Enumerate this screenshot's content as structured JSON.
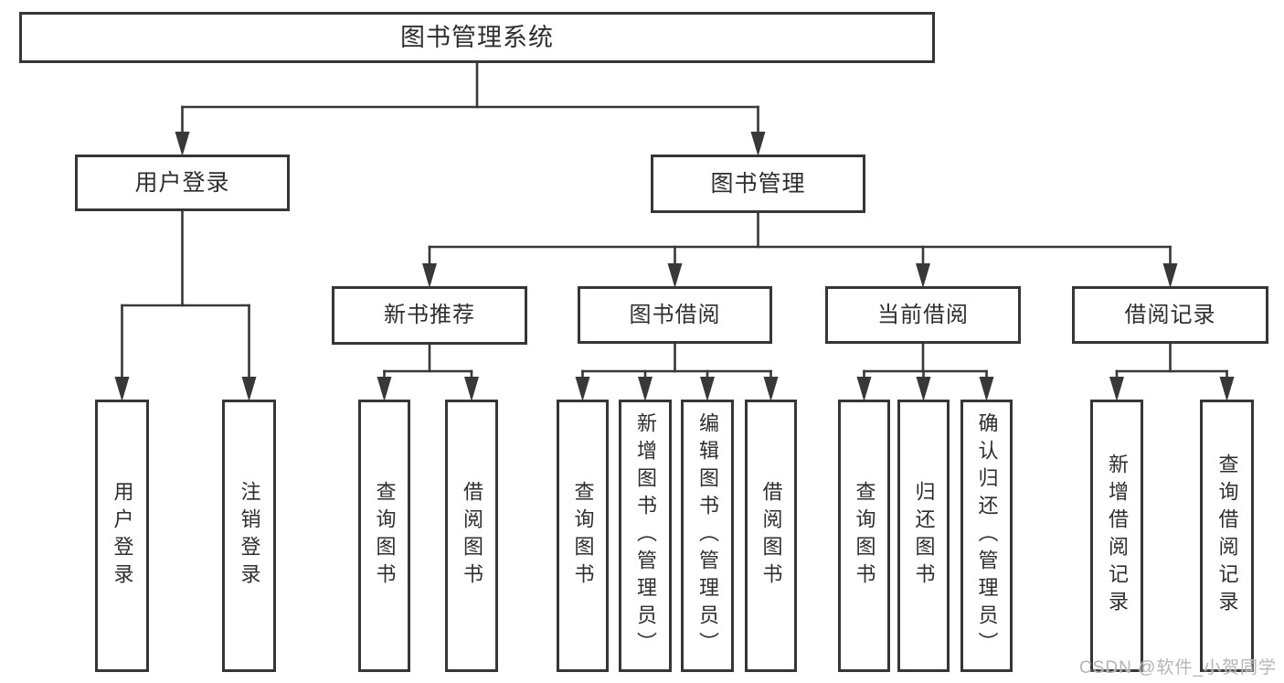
{
  "watermark": "CSDN @软件_小贺同学",
  "colors": {
    "line": "#383838",
    "box_border": "#363636",
    "text": "#2e2e2e",
    "watermark": "#b5b5b5",
    "background": "#ffffff"
  },
  "diagram": {
    "title": "图书管理系统",
    "nodes": [
      {
        "id": "root",
        "label": "图书管理系统",
        "parent": null,
        "orientation": "horizontal"
      },
      {
        "id": "user-login",
        "label": "用户登录",
        "parent": "root",
        "orientation": "horizontal"
      },
      {
        "id": "book-management",
        "label": "图书管理",
        "parent": "root",
        "orientation": "horizontal"
      },
      {
        "id": "new-book-recommend",
        "label": "新书推荐",
        "parent": "book-management",
        "orientation": "horizontal"
      },
      {
        "id": "book-borrowing",
        "label": "图书借阅",
        "parent": "book-management",
        "orientation": "horizontal"
      },
      {
        "id": "current-borrowing",
        "label": "当前借阅",
        "parent": "book-management",
        "orientation": "horizontal"
      },
      {
        "id": "borrowing-records",
        "label": "借阅记录",
        "parent": "book-management",
        "orientation": "horizontal"
      },
      {
        "id": "login",
        "label": "用户登录",
        "parent": "user-login",
        "orientation": "vertical"
      },
      {
        "id": "logout",
        "label": "注销登录",
        "parent": "user-login",
        "orientation": "vertical"
      },
      {
        "id": "nbr-query-books",
        "label": "查询图书",
        "parent": "new-book-recommend",
        "orientation": "vertical"
      },
      {
        "id": "nbr-borrow-books",
        "label": "借阅图书",
        "parent": "new-book-recommend",
        "orientation": "vertical"
      },
      {
        "id": "bb-query-books",
        "label": "查询图书",
        "parent": "book-borrowing",
        "orientation": "vertical"
      },
      {
        "id": "bb-add-books",
        "label": "新增图书（管理员）",
        "parent": "book-borrowing",
        "orientation": "vertical"
      },
      {
        "id": "bb-edit-books",
        "label": "编辑图书（管理员）",
        "parent": "book-borrowing",
        "orientation": "vertical"
      },
      {
        "id": "bb-borrow-books",
        "label": "借阅图书",
        "parent": "book-borrowing",
        "orientation": "vertical"
      },
      {
        "id": "cb-query-books",
        "label": "查询图书",
        "parent": "current-borrowing",
        "orientation": "vertical"
      },
      {
        "id": "cb-return-books",
        "label": "归还图书",
        "parent": "current-borrowing",
        "orientation": "vertical"
      },
      {
        "id": "cb-confirm-return",
        "label": "确认归还（管理员）",
        "parent": "current-borrowing",
        "orientation": "vertical"
      },
      {
        "id": "br-add-record",
        "label": "新增借阅记录",
        "parent": "borrowing-records",
        "orientation": "vertical"
      },
      {
        "id": "br-query-record",
        "label": "查询借阅记录",
        "parent": "borrowing-records",
        "orientation": "vertical"
      }
    ]
  }
}
